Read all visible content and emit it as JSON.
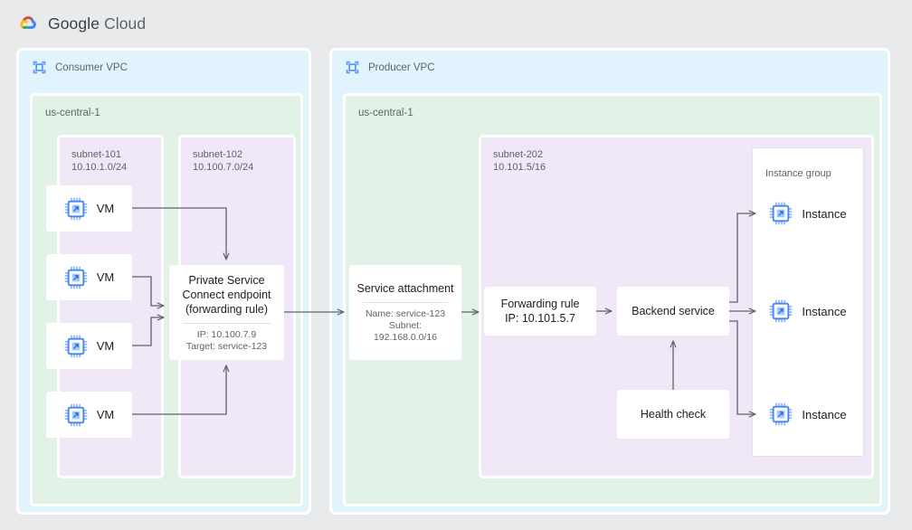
{
  "header": {
    "brand_google": "Google",
    "brand_cloud": "Cloud",
    "logo_icon": "google-cloud-logo"
  },
  "palette": {
    "page_background": "#e9eaec",
    "vpc_fill": "#e1f3fd",
    "region_fill": "#e3f2e7",
    "subnet_fill": "#f0e7f7",
    "node_fill": "#ffffff",
    "wire": "#5f6368",
    "icon_blue": "#4285f4",
    "icon_blue_light": "#8ab4f8",
    "text_primary": "#202124",
    "text_secondary": "#5f6368"
  },
  "consumer": {
    "vpc_label": "Consumer VPC",
    "vpc_icon": "vpc-network-icon",
    "region_label": "us-central-1",
    "subnet_101": {
      "name": "subnet-101",
      "cidr": "10.10.1.0/24"
    },
    "subnet_102": {
      "name": "subnet-102",
      "cidr": "10.100.7.0/24"
    },
    "vms": [
      {
        "label": "VM",
        "icon": "cpu-chip-icon"
      },
      {
        "label": "VM",
        "icon": "cpu-chip-icon"
      },
      {
        "label": "VM",
        "icon": "cpu-chip-icon"
      },
      {
        "label": "VM",
        "icon": "cpu-chip-icon"
      }
    ],
    "psc_endpoint": {
      "title": "Private Service\nConnect endpoint\n(forwarding rule)",
      "details": "IP: 10.100.7.9\nTarget: service-123"
    }
  },
  "producer": {
    "vpc_label": "Producer VPC",
    "vpc_icon": "vpc-network-icon",
    "region_label": "us-central-1",
    "service_attachment": {
      "title": "Service attachment",
      "details": "Name: service-123\nSubnet:\n192.168.0.0/16"
    },
    "subnet_202": {
      "name": "subnet-202",
      "cidr": "10.101.5/16"
    },
    "forwarding_rule": {
      "title": "Forwarding rule\nIP: 10.101.5.7"
    },
    "backend_service": {
      "title": "Backend service"
    },
    "health_check": {
      "title": "Health check"
    },
    "instance_group": {
      "label": "Instance group",
      "instances": [
        {
          "label": "Instance",
          "icon": "cpu-chip-icon"
        },
        {
          "label": "Instance",
          "icon": "cpu-chip-icon"
        },
        {
          "label": "Instance",
          "icon": "cpu-chip-icon"
        }
      ]
    }
  }
}
